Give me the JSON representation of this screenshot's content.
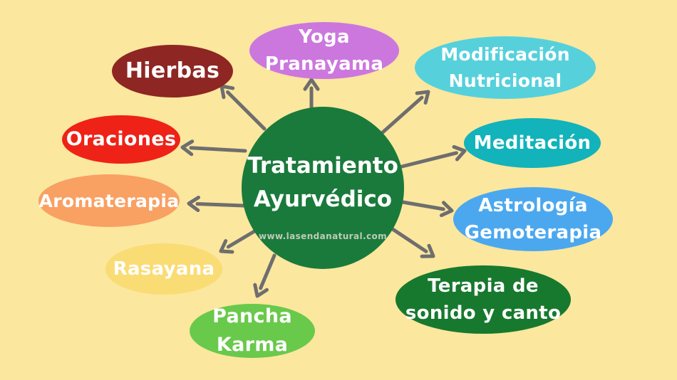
{
  "colors": {
    "background": "#fbe79e",
    "arrow": "#6e6e6e"
  },
  "title_node": {
    "lines": [
      "Tratamiento",
      "Ayurvédico"
    ],
    "url": "www.lasendanatural.com",
    "color": "#1a7a3b",
    "text_color": "#ffffff",
    "url_color": "#bfcbb8"
  },
  "nodes": [
    {
      "id": "hierbas",
      "lines": [
        "Hierbas"
      ],
      "color": "#8e2623",
      "text_color": "#ffffff"
    },
    {
      "id": "yoga",
      "lines": [
        "Yoga",
        "Pranayama"
      ],
      "color": "#cc77de",
      "text_color": "#ffffff"
    },
    {
      "id": "modificacion",
      "lines": [
        "Modificación",
        "Nutricional"
      ],
      "color": "#56d1db",
      "text_color": "#ffffff"
    },
    {
      "id": "meditacion",
      "lines": [
        "Meditación"
      ],
      "color": "#12b3ba",
      "text_color": "#ffffff"
    },
    {
      "id": "astrologia",
      "lines": [
        "Astrología",
        "Gemoterapia"
      ],
      "color": "#4ba8ef",
      "text_color": "#ffffff"
    },
    {
      "id": "terapia",
      "lines": [
        "Terapia de",
        "sonido y canto"
      ],
      "color": "#17792e",
      "text_color": "#ffffff"
    },
    {
      "id": "pancha",
      "lines": [
        "Pancha",
        "Karma"
      ],
      "color": "#69c94b",
      "text_color": "#ffffff"
    },
    {
      "id": "rasayana",
      "lines": [
        "Rasayana"
      ],
      "color": "#fadc74",
      "text_color": "#ffffff"
    },
    {
      "id": "aromaterapia",
      "lines": [
        "Aromaterapia"
      ],
      "color": "#f9a063",
      "text_color": "#ffffff"
    },
    {
      "id": "oraciones",
      "lines": [
        "Oraciones"
      ],
      "color": "#ee2217",
      "text_color": "#ffffff"
    }
  ]
}
